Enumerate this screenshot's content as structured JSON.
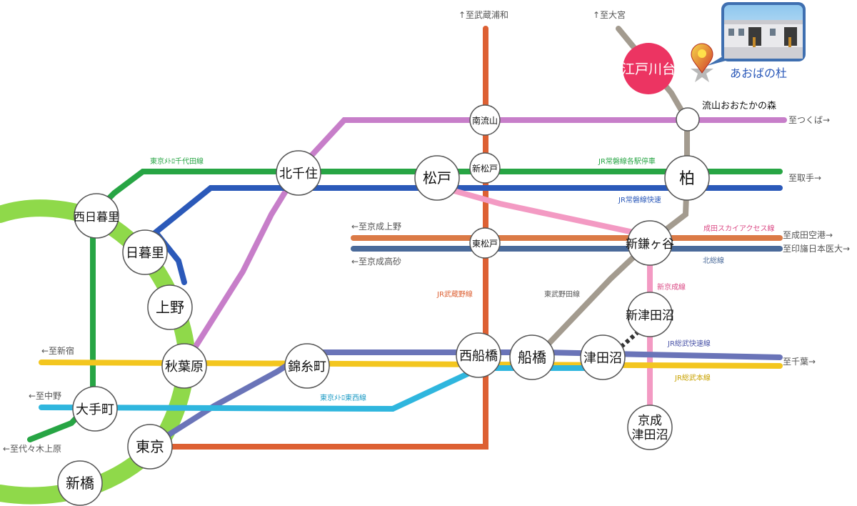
{
  "stations": {
    "minami_nagareyama": "南流山",
    "shin_matsudo": "新松戸",
    "higashi_matsudo": "東松戸",
    "kita_senju": "北千住",
    "matsudo": "松戸",
    "kashiwa": "柏",
    "nishi_nippori": "西日暮里",
    "nippori": "日暮里",
    "ueno": "上野",
    "akihabara": "秋葉原",
    "kinshicho": "錦糸町",
    "nishi_funabashi": "西船橋",
    "funabashi": "船橋",
    "tsudanuma": "津田沼",
    "shin_kamagaya": "新鎌ヶ谷",
    "shin_tsudanuma": "新津田沼",
    "keisei_tsudanuma_1": "京成",
    "keisei_tsudanuma_2": "津田沼",
    "otemachi": "大手町",
    "tokyo": "東京",
    "shimbashi": "新橋",
    "edogawadai": "江戸川台",
    "nagareyama_otakanomori": "流山おおたかの森"
  },
  "line_labels": {
    "chiyoda": "東京ﾒﾄﾛ千代田線",
    "joban_local": "JR常磐線各駅停車",
    "joban_rapid": "JR常磐線快速",
    "narita_sky_access": "成田スカイアクセス線",
    "hokuso": "北総線",
    "musashino": "JR武蔵野線",
    "tobu_noda": "東武野田線",
    "shinkeisei": "新京成線",
    "sobu_rapid": "JR総武快速線",
    "sobu_local": "JR総武本線",
    "tozai": "東京ﾒﾄﾛ東西線"
  },
  "destinations": {
    "musashi_urawa": "↑至武蔵浦和",
    "omiya": "↑至大宮",
    "tsukuba": "至つくば→",
    "toride": "至取手→",
    "keisei_ueno": "←至京成上野",
    "keisei_takasago": "←至京成高砂",
    "narita_airport": "至成田空港→",
    "inba_nichi_idai": "至印旛日本医大→",
    "shinjuku": "←至新宿",
    "nakano": "←至中野",
    "yoyogi_uehara": "←至代々木上原",
    "chiba": "至千葉→"
  },
  "property": {
    "name": "あおばの杜"
  },
  "colors": {
    "yamanote": "#8fd94a",
    "chiyoda": "#27a544",
    "joban_rapid": "#2b59b9",
    "tx": "#c77ec9",
    "musashino": "#dd6033",
    "tobu_noda": "#a39b8f",
    "narita_sky": "#db7a46",
    "hokuso": "#4a6a9a",
    "shinkeisei": "#f39ac3",
    "sobu_rapid": "#6a74b8",
    "sobu_local": "#f3c61f",
    "tozai": "#2fb6de",
    "edogawadai": "#ec3462",
    "pin": "#e6b800"
  }
}
